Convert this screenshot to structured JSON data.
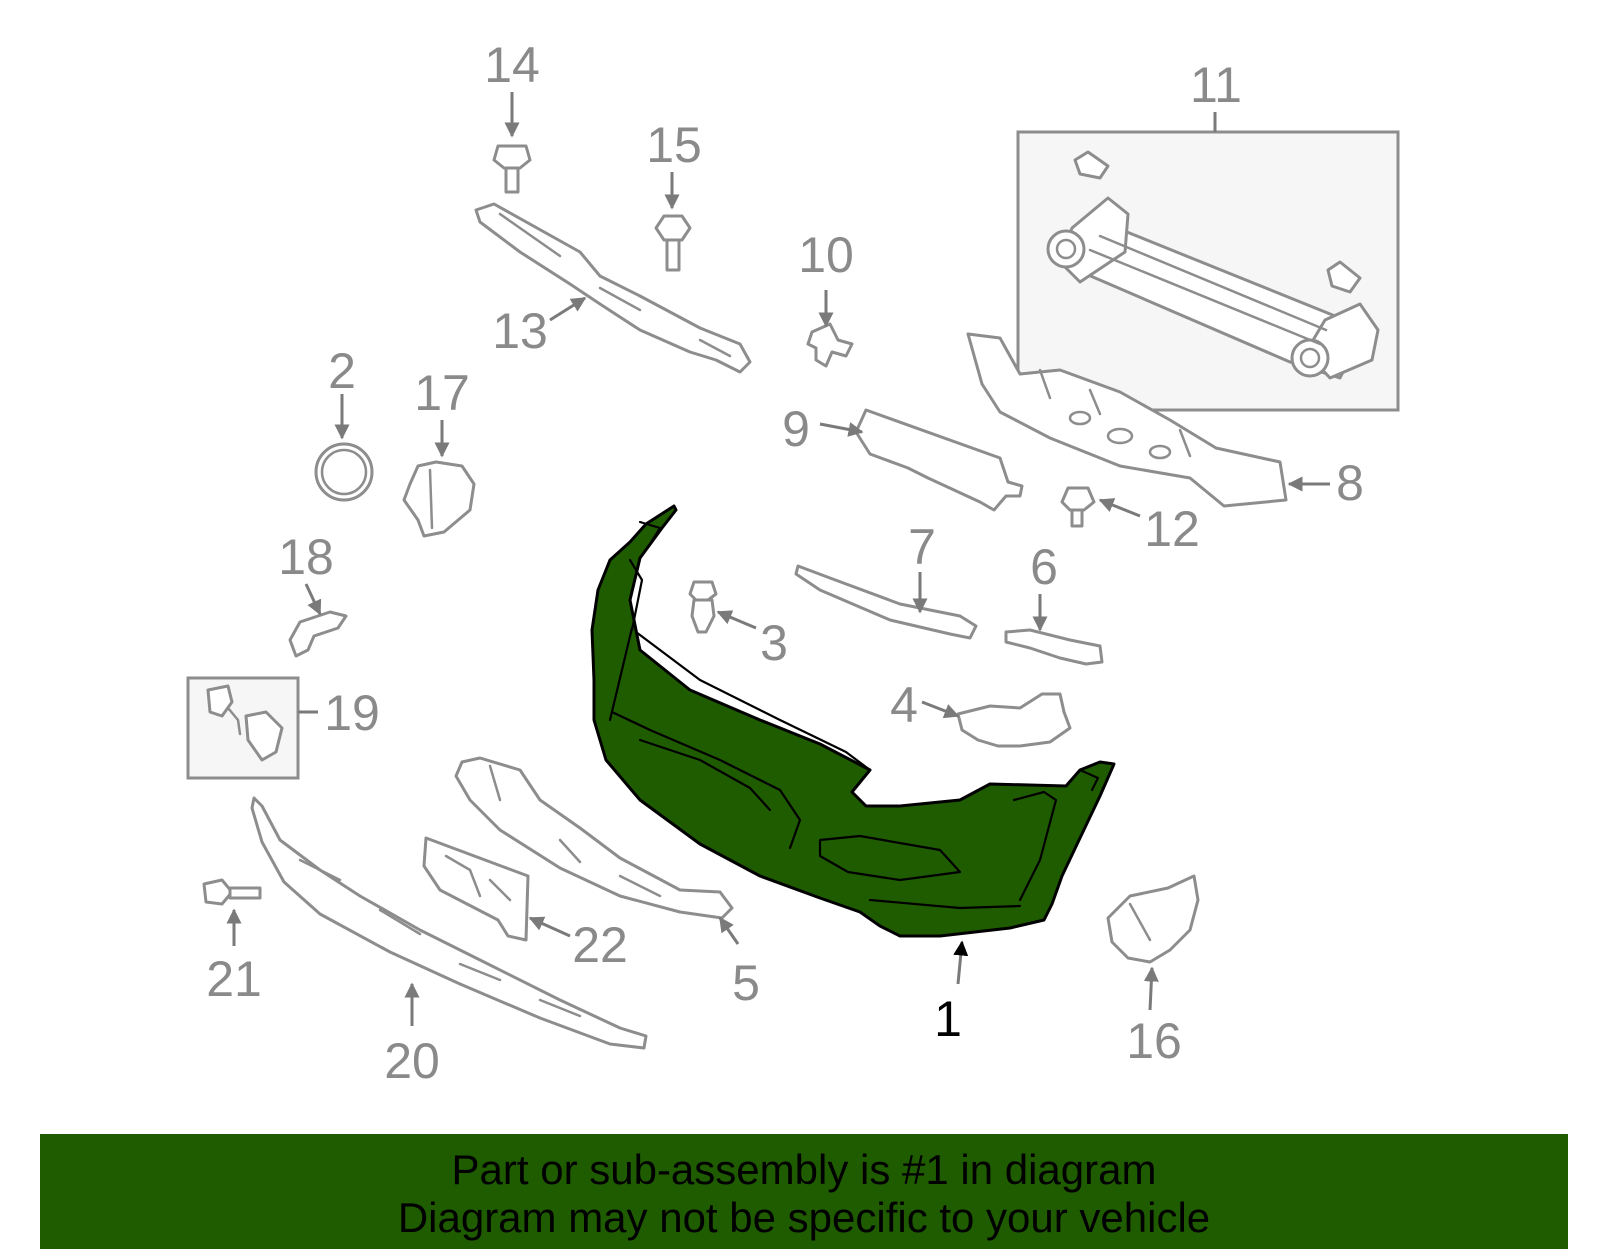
{
  "diagram": {
    "callouts": {
      "c1": "1",
      "c2": "2",
      "c3": "3",
      "c4": "4",
      "c5": "5",
      "c6": "6",
      "c7": "7",
      "c8": "8",
      "c9": "9",
      "c10": "10",
      "c11": "11",
      "c12": "12",
      "c13": "13",
      "c14": "14",
      "c15": "15",
      "c16": "16",
      "c17": "17",
      "c18": "18",
      "c19": "19",
      "c20": "20",
      "c21": "21",
      "c22": "22"
    },
    "highlight_color": "#1f5c00",
    "banner_color": "#1f5c00"
  },
  "banner": {
    "line1": "Part or sub-assembly is #1 in diagram",
    "line2": "Diagram may not be specific to your vehicle"
  }
}
